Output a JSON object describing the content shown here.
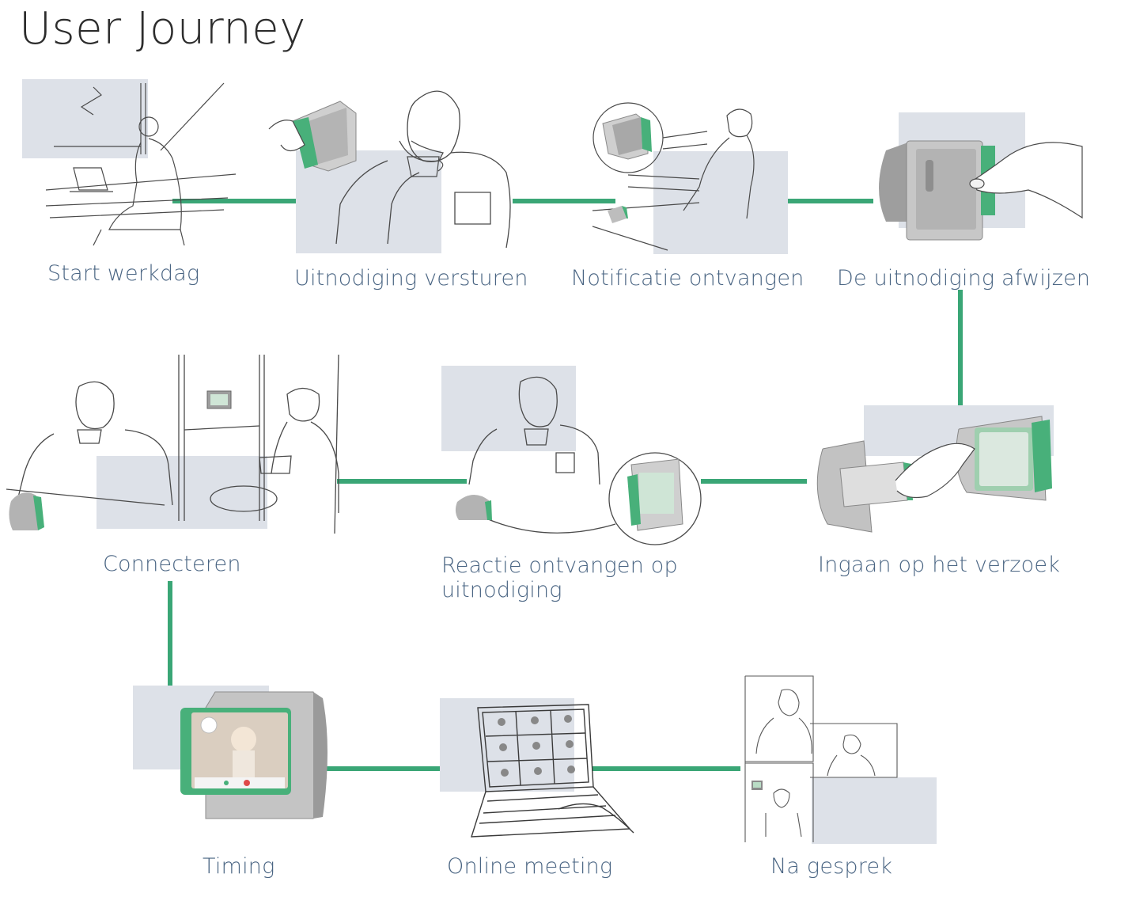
{
  "title": "User Journey",
  "colors": {
    "connector": "#3aa676",
    "device_green": "#48b07a",
    "placeholder": "#dde1e8",
    "label": "#4a6583",
    "sketch": "#4a4a4a"
  },
  "steps": [
    {
      "id": "start",
      "label": "Start werkdag",
      "illustration": "person-at-laptop-sketch"
    },
    {
      "id": "send",
      "label": "Uitnodiging versturen",
      "illustration": "person-drinking-coffee-with-device"
    },
    {
      "id": "notify",
      "label": "Notificatie ontvangen",
      "illustration": "person-at-desk-device-zoom"
    },
    {
      "id": "decline",
      "label": "De uitnodiging afwijzen",
      "illustration": "hand-pressing-device-slider"
    },
    {
      "id": "accept",
      "label": "Ingaan op het verzoek",
      "illustration": "hand-sliding-device-cover"
    },
    {
      "id": "reaction",
      "label": "Reactie ontvangen op uitnodiging",
      "illustration": "person-with-device-zoom"
    },
    {
      "id": "connect",
      "label": "Connecteren",
      "illustration": "two-people-having-coffee"
    },
    {
      "id": "timing",
      "label": "Timing",
      "illustration": "device-video-call-screen"
    },
    {
      "id": "meeting",
      "label": "Online meeting",
      "illustration": "laptop-video-grid"
    },
    {
      "id": "after",
      "label": "Na gesprek",
      "illustration": "collage-after-conversation"
    }
  ]
}
